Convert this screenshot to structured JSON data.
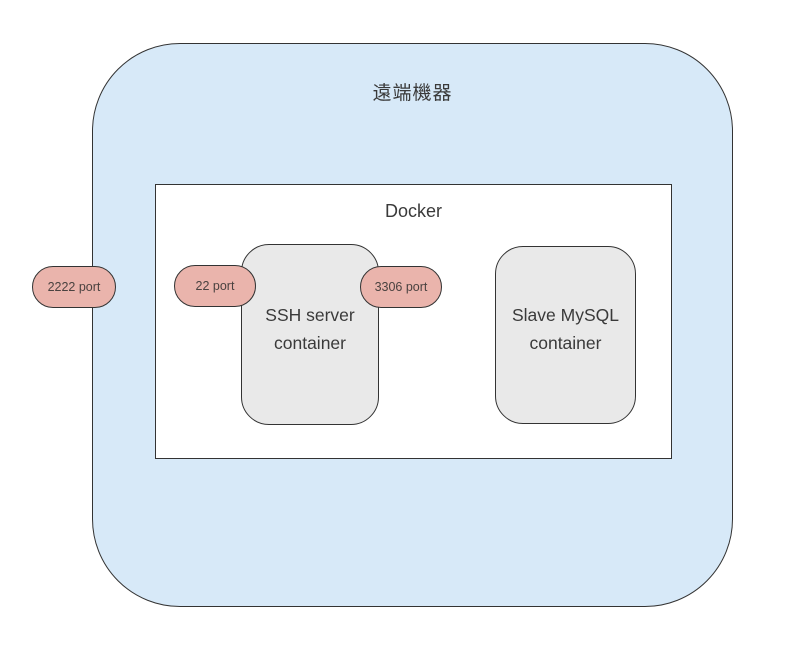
{
  "diagram": {
    "machine_label": "遠端機器",
    "docker_label": "Docker",
    "containers": [
      {
        "line1": "SSH server",
        "line2": "container"
      },
      {
        "line1": "Slave MySQL",
        "line2": "container"
      }
    ],
    "ports": [
      {
        "label": "2222 port"
      },
      {
        "label": "22 port"
      },
      {
        "label": "3306 port"
      }
    ],
    "colors": {
      "machine_fill": "#d7e9f8",
      "docker_fill": "#ffffff",
      "container_fill": "#e9e9e9",
      "port_fill": "#eab4ac",
      "border": "#333333",
      "text": "#3a3a3a"
    }
  }
}
